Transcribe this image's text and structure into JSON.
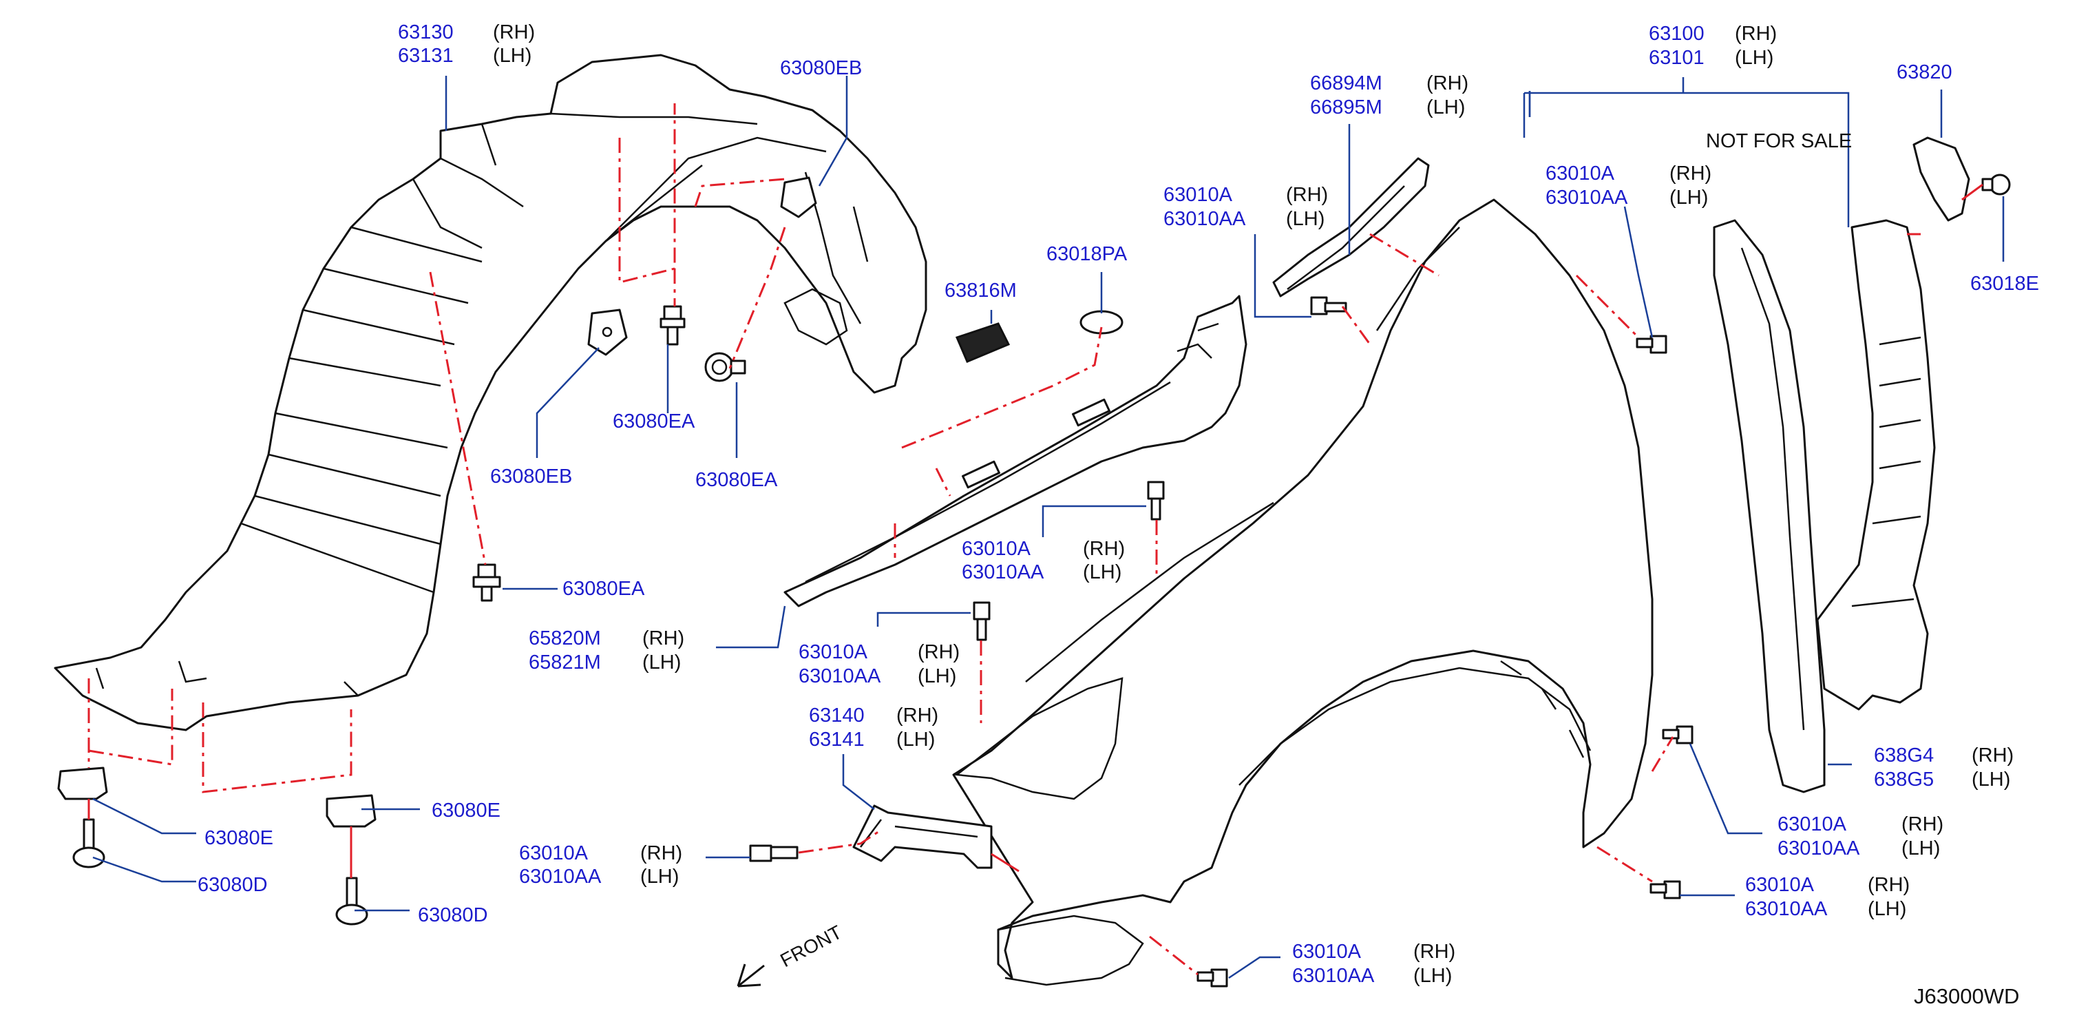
{
  "diagram_code": "J63000WD",
  "front_label": "FRONT",
  "not_for_sale": "NOT   FOR   SALE",
  "colors": {
    "part_number": "#1c1ccc",
    "leader": "#1a3f99",
    "dashed_line": "#e2202a",
    "outline": "#111111"
  },
  "callouts": {
    "c63130": {
      "pn1": "63130",
      "s1": "(RH)",
      "pn2": "63131",
      "s2": "(LH)"
    },
    "c63080EB_top": {
      "pn1": "63080EB"
    },
    "c63080EB_left": {
      "pn1": "63080EB"
    },
    "c63080EA_mid": {
      "pn1": "63080EA"
    },
    "c63080EA_clip": {
      "pn1": "63080EA"
    },
    "c63080EA_low": {
      "pn1": "63080EA"
    },
    "c63080E_left": {
      "pn1": "63080E"
    },
    "c63080E_mid": {
      "pn1": "63080E"
    },
    "c63080D_left": {
      "pn1": "63080D"
    },
    "c63080D_mid": {
      "pn1": "63080D"
    },
    "c63816M": {
      "pn1": "63816M"
    },
    "c63018PA": {
      "pn1": "63018PA"
    },
    "c65820M": {
      "pn1": "65820M",
      "s1": "(RH)",
      "pn2": "65821M",
      "s2": "(LH)"
    },
    "c63010A_a": {
      "pn1": "63010A",
      "s1": "(RH)",
      "pn2": "63010AA",
      "s2": "(LH)"
    },
    "c63010A_b": {
      "pn1": "63010A",
      "s1": "(RH)",
      "pn2": "63010AA",
      "s2": "(LH)"
    },
    "c63010A_c": {
      "pn1": "63010A",
      "s1": "(RH)",
      "pn2": "63010AA",
      "s2": "(LH)"
    },
    "c63010A_d": {
      "pn1": "63010A",
      "s1": "(RH)",
      "pn2": "63010AA",
      "s2": "(LH)"
    },
    "c63010A_e": {
      "pn1": "63010A",
      "s1": "(RH)",
      "pn2": "63010AA",
      "s2": "(LH)"
    },
    "c63010A_f": {
      "pn1": "63010A",
      "s1": "(RH)",
      "pn2": "63010AA",
      "s2": "(LH)"
    },
    "c63010A_g": {
      "pn1": "63010A",
      "s1": "(RH)",
      "pn2": "63010AA",
      "s2": "(LH)"
    },
    "c63010A_h": {
      "pn1": "63010A",
      "s1": "(RH)",
      "pn2": "63010AA",
      "s2": "(LH)"
    },
    "c63140": {
      "pn1": "63140",
      "s1": "(RH)",
      "pn2": "63141",
      "s2": "(LH)"
    },
    "c66894M": {
      "pn1": "66894M",
      "s1": "(RH)",
      "pn2": "66895M",
      "s2": "(LH)"
    },
    "c63100": {
      "pn1": "63100",
      "s1": "(RH)",
      "pn2": "63101",
      "s2": "(LH)"
    },
    "c63820": {
      "pn1": "63820"
    },
    "c63018E": {
      "pn1": "63018E"
    },
    "c638G4": {
      "pn1": "638G4",
      "s1": "(RH)",
      "pn2": "638G5",
      "s2": "(LH)"
    }
  }
}
